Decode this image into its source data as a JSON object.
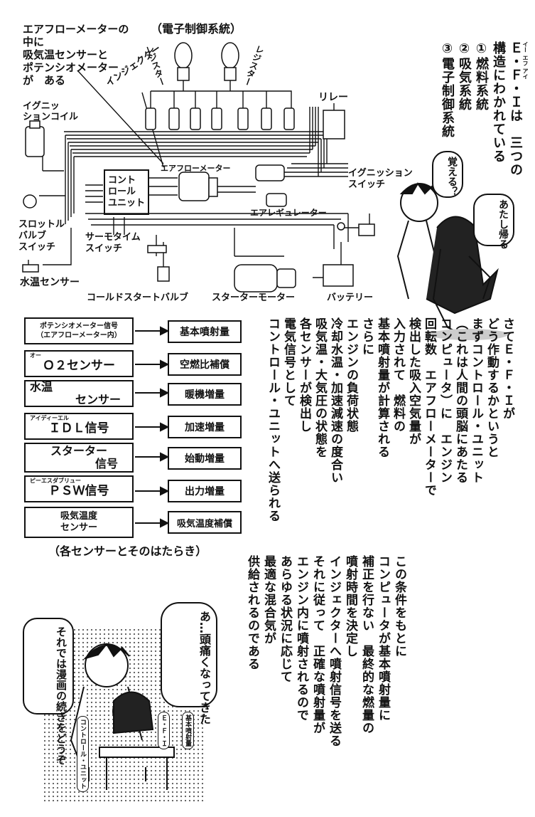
{
  "diagram": {
    "note": [
      "エアフローメーターの",
      "中に",
      "吸気温センサーと",
      "ポテンシオメーター",
      "が　ある"
    ],
    "system_title": "（電子制御系統）",
    "register_left": "レジスター",
    "register_right": "レジスター",
    "injector": "インジェクター",
    "ignition_coil": [
      "イグニッ",
      "ションコイル"
    ],
    "relay": "リレー",
    "airflow_meter": "エアフローメーター",
    "control_unit": [
      "コント",
      "ロール",
      "ユニット"
    ],
    "ignition_switch": [
      "イグニッション",
      "スイッチ"
    ],
    "throttle_switch": [
      "スロットル",
      "バルブ",
      "スイッチ"
    ],
    "thermotime_switch": [
      "サーモタイム",
      "スイッチ"
    ],
    "air_regulator": "エアレギュレーター",
    "water_temp_sensor": "水温センサー",
    "cold_start_valve": "コールドスタートバルブ",
    "starter_motor": "スターターモーター",
    "battery": "バッテリー"
  },
  "intro": {
    "lines": [
      "Ｅ・Ｆ・Ｉは　三つの",
      "構造にわかれている",
      "①燃料系統",
      "②吸気系統",
      "③電子制御系統"
    ],
    "ruby_efi": "イー エフ アイ"
  },
  "kid_bubbles": {
    "boy": "覚える？",
    "girl": "あたし帰る"
  },
  "sensor_table": {
    "rows": [
      {
        "sensor": [
          "ポテンシオメーター信号",
          "（エアフローメーター内）"
        ],
        "function": "基本噴射量"
      },
      {
        "sensor": [
          "Ｏ２センサー"
        ],
        "ruby": "オー",
        "function": "空燃比補償"
      },
      {
        "sensor": [
          "水温",
          "センサー"
        ],
        "function": "暖機増量"
      },
      {
        "sensor": [
          "ＩＤＬ信号"
        ],
        "ruby": "アイディーエル",
        "function": "加速増量"
      },
      {
        "sensor": [
          "スターター",
          "信号"
        ],
        "function": "始動増量"
      },
      {
        "sensor": [
          "ＰＳＷ信号"
        ],
        "ruby": "ピーエスダブリュー",
        "function": "出力増量"
      },
      {
        "sensor": [
          "吸気温度",
          "センサー"
        ],
        "function": "吸気温度補償"
      }
    ],
    "caption": "（各センサーとそのはたらき）"
  },
  "explanation": {
    "lines": [
      "さてＥ・Ｆ・Ｉが",
      "どう作動するかというと",
      "まずコントロール・ユニット",
      "（これは人間の頭脳にあたる",
      "コンピュータ）に　エンジン",
      "回転数　エアフローメーターで",
      "検出した吸入空気量が",
      "入力されて　燃料の",
      "基本噴射量が計算される",
      "さらに",
      "エンジンの負荷状態",
      "冷却水温・加速減速の度合い",
      "吸気温・大気圧の状態を",
      "各センサーが検出し",
      "電気信号として",
      "コントロール・ユニットへ送られる"
    ]
  },
  "conclusion": {
    "lines": [
      "この条件をもとに",
      "コンピュータが基本噴射量に",
      "補正を行ない　最終的な燃量の",
      "噴射時間を決定し",
      "インジェクターへ噴射信号を送る",
      "それに従って　正確な噴射量が",
      "エンジン内に噴射されるので",
      "あらゆる状況に応じて",
      "最適な混合気が",
      "供給されるのである"
    ]
  },
  "bottom_bubbles": {
    "left": "それでは漫画の続きをどうぞ",
    "right": "あ…頭痛くなってきた"
  },
  "doodle_labels": [
    "コントロール・ユニット",
    "Ｅ・Ｆ・Ｉ",
    "基本噴射量"
  ]
}
